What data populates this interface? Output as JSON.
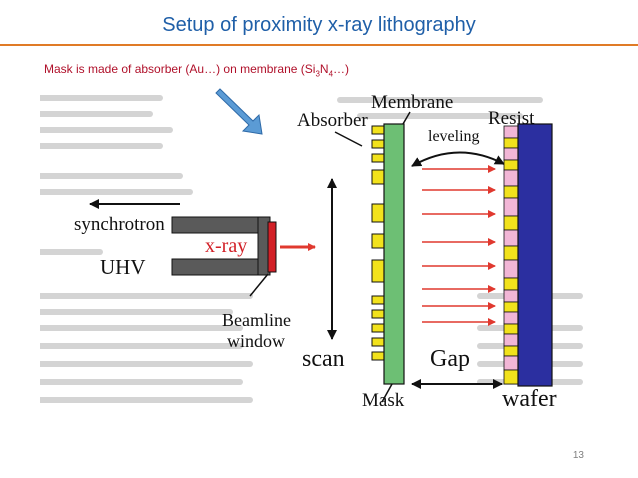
{
  "slide": {
    "title": "Setup of proximity x-ray lithography",
    "subtitle_prefix": "Mask is made of absorber (Au…) on membrane (Si",
    "subtitle_sub1": "3",
    "subtitle_mid": "N",
    "subtitle_sub2": "4",
    "subtitle_suffix": "…)",
    "page_number": "13"
  },
  "diagram": {
    "labels": {
      "membrane": "Membrane",
      "absorber": "Absorber",
      "resist": "Resist",
      "leveling": "leveling",
      "synchrotron": "synchrotron",
      "xray": "x-ray",
      "uhv": "UHV",
      "beamline": "Beamline",
      "window": "window",
      "scan": "scan",
      "gap": "Gap",
      "mask": "Mask",
      "wafer": "wafer"
    },
    "colors": {
      "title": "#1f5fa8",
      "title_rule": "#e07b26",
      "subtitle": "#b0102a",
      "callout_arrow": "#5b9bd5",
      "membrane": "#6dbf74",
      "absorber": "#f2e21c",
      "resist_pink": "#f2b6d6",
      "resist_yellow": "#f2e21c",
      "wafer": "#2b2fa0",
      "xray_text": "#d22027",
      "xray_arrows": "#e0392f",
      "beamline_window": "#d22027",
      "pipe": "#555555",
      "background_text": "#c8c8c8"
    }
  }
}
